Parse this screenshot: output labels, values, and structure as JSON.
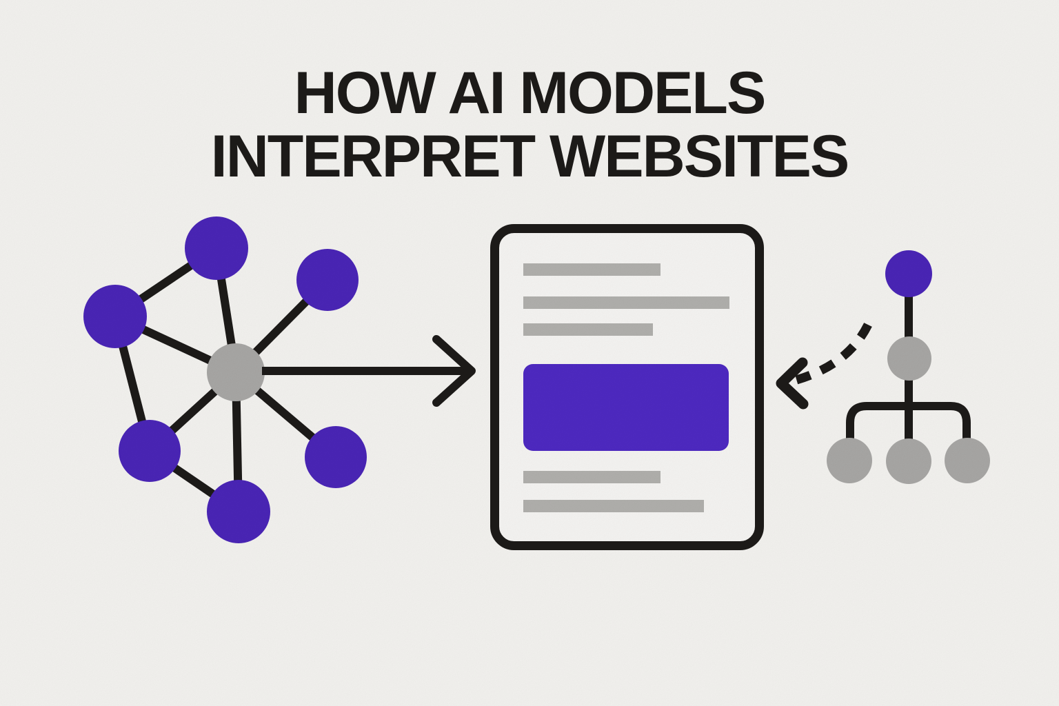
{
  "title": {
    "line1": "HOW AI MODELS",
    "line2": "INTERPRET WEBSITES"
  },
  "colors": {
    "background": "#f5f4f1",
    "ink": "#1d1b19",
    "node_purple": "#4b26b8",
    "block_purple": "#4f2ac3",
    "node_gray": "#a9a8a6",
    "bar_gray": "#b2b1ae",
    "paper": "#f7f6f4"
  },
  "illustration": {
    "left_icon": "website-link-graph-icon",
    "center_icon": "webpage-document-icon",
    "right_icon": "dom-hierarchy-tree-icon",
    "flow": "link-graph to document to hierarchy tree"
  }
}
